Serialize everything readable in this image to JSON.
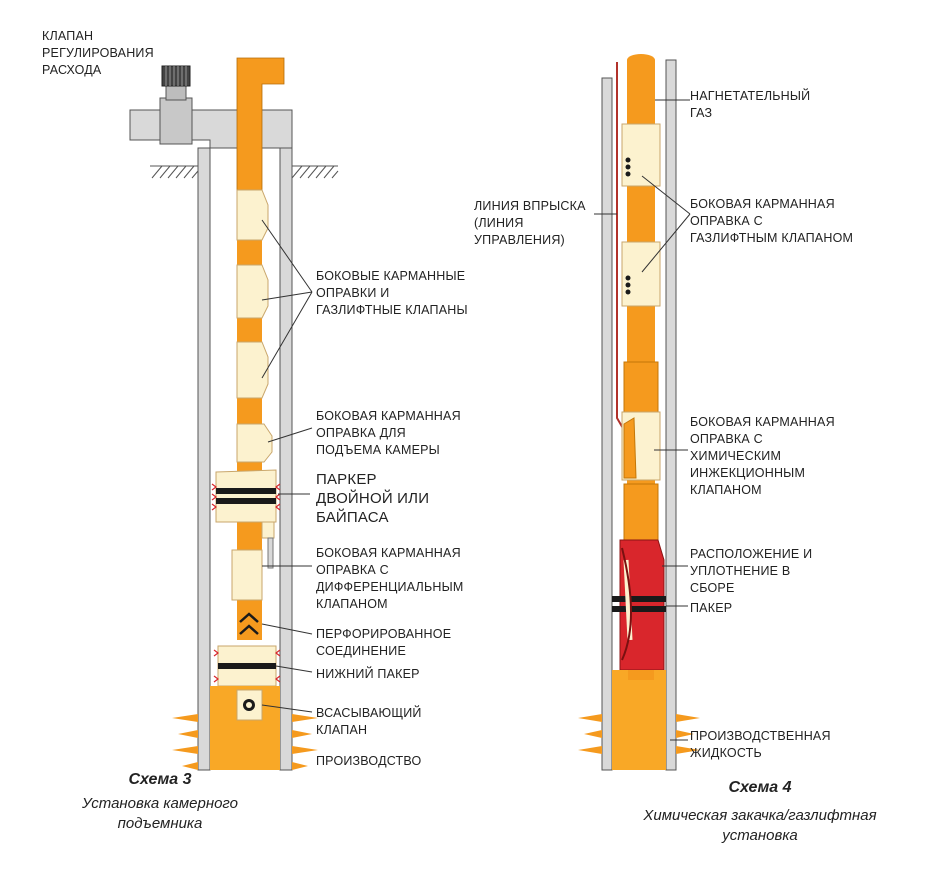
{
  "colors": {
    "orange": "#f59a1e",
    "cream": "#fcf2cf",
    "casing": "#d9d9d9",
    "casing_line": "#555555",
    "red": "#d9262c",
    "black": "#1a1a1a",
    "production": "#f9a826"
  },
  "scheme3": {
    "labels": {
      "flow_valve": "КЛАПАН\nРЕГУЛИРОВАНИЯ\nРАСХОДА",
      "side_pocket_mandrels": "БОКОВЫЕ КАРМАННЫЕ\nОПРАВКИ И\nГАЗЛИФТНЫЕ КЛАПАНЫ",
      "chamber_mandrel": "БОКОВАЯ КАРМАННАЯ\nОПРАВКА ДЛЯ\nПОДЪЕМА КАМЕРЫ",
      "packer": "ПАРКЕР\nДВОЙНОЙ ИЛИ\nБАЙПАСА",
      "diff_valve_mandrel": "БОКОВАЯ КАРМАННАЯ\nОПРАВКА С\nДИФФЕРЕНЦИАЛЬНЫМ\nКЛАПАНОМ",
      "perforated_joint": "ПЕРФОРИРОВАННОЕ\nСОЕДИНЕНИЕ",
      "lower_packer": "НИЖНИЙ ПАКЕР",
      "standing_valve": "ВСАСЫВАЮЩИЙ\nКЛАПАН",
      "production": "ПРОИЗВОДСТВО"
    },
    "caption_title": "Схема 3",
    "caption_sub": "Установка камерного\nподъемника"
  },
  "scheme4": {
    "labels": {
      "injection_gas": "НАГНЕТАТЕЛЬНЫЙ\nГАЗ",
      "injection_line": "ЛИНИЯ ВПРЫСКА\n(ЛИНИЯ\nУПРАВЛЕНИЯ)",
      "gas_lift_mandrel": "БОКОВАЯ КАРМАННАЯ\nОПРАВКА С\nГАЗЛИФТНЫМ КЛАПАНОМ",
      "chemical_mandrel": "БОКОВАЯ КАРМАННАЯ\nОПРАВКА С\nХИМИЧЕСКИМ\nИНЖЕКЦИОННЫМ\nКЛАПАНОМ",
      "seal_assembly": "РАСПОЛОЖЕНИЕ И\nУПЛОТНЕНИЕ В\nСБОРЕ",
      "packer": "ПАКЕР",
      "production_fluid": "ПРОИЗВОДСТВЕННАЯ\nЖИДКОСТЬ"
    },
    "caption_title": "Схема 4",
    "caption_sub": "Химическая закачка/газлифтная\nустановка"
  }
}
